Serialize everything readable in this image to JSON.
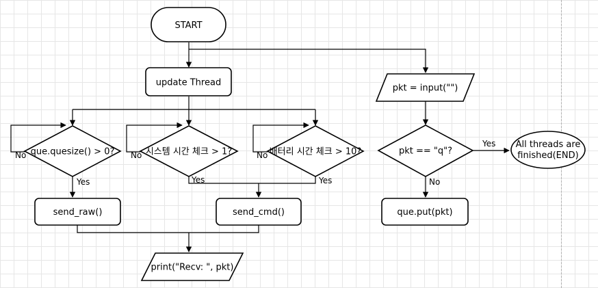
{
  "nodes": {
    "start": "START",
    "update_thread": "update Thread",
    "que_check": "que.quesize() > 0?",
    "sys_time_check": "시스템 시간 체크 > 1?",
    "battery_time_check": "배터리 시간 체크 > 10?",
    "send_raw": "send_raw()",
    "send_cmd": "send_cmd()",
    "print_recv": "print(\"Recv: \", pkt)",
    "pkt_input": "pkt = input(\"\")",
    "pkt_q_check": "pkt == \"q\"?",
    "end_line1": "All threads are",
    "end_line2": "finished(END)",
    "que_put": "que.put(pkt)"
  },
  "edge_labels": {
    "que_no": "No",
    "que_yes": "Yes",
    "sys_no": "No",
    "sys_yes": "Yes",
    "battery_no": "No",
    "battery_yes": "Yes",
    "pkt_yes": "Yes",
    "pkt_no": "No"
  },
  "colors": {
    "stroke": "#000000",
    "fill": "#ffffff",
    "grid": "#e6e6e6"
  }
}
